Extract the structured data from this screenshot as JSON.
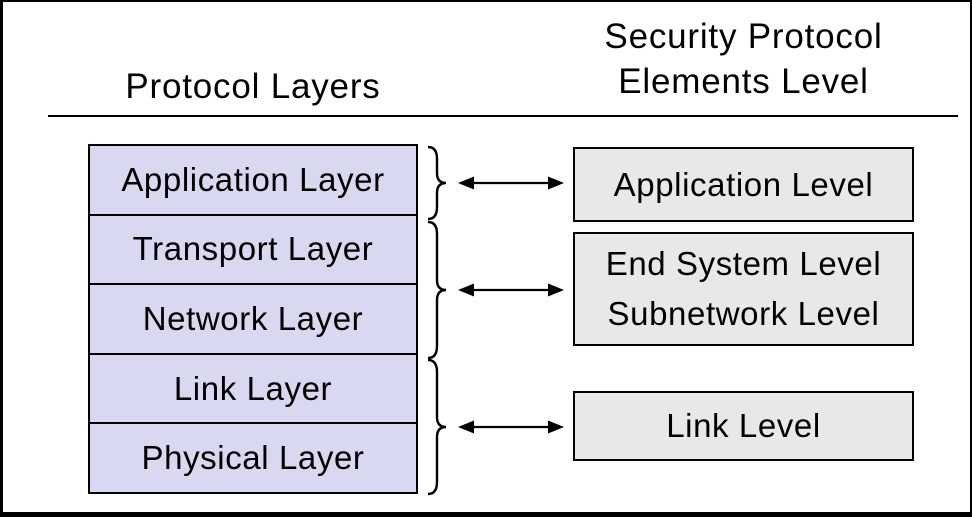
{
  "diagram": {
    "title_left": "Protocol Layers",
    "title_right": [
      "Security Protocol",
      "Elements Level"
    ],
    "protocol_layers": [
      "Application Layer",
      "Transport Layer",
      "Network Layer",
      "Link Layer",
      "Physical Layer"
    ],
    "security_levels": [
      {
        "lines": [
          "Application Level"
        ]
      },
      {
        "lines": [
          "End System Level",
          "Subnetwork Level"
        ]
      },
      {
        "lines": [
          "Link Level"
        ]
      }
    ],
    "groups": [
      {
        "layers": [
          0
        ],
        "level": 0
      },
      {
        "layers": [
          1,
          2
        ],
        "level": 1
      },
      {
        "layers": [
          3,
          4
        ],
        "level": 2
      }
    ],
    "colors": {
      "layer_box_fill": "#d8d9f0",
      "level_box_fill": "#e8e8e8",
      "line_color": "#000000"
    },
    "icons": {
      "connector": "double-arrow",
      "grouping": "curly-brace"
    }
  }
}
